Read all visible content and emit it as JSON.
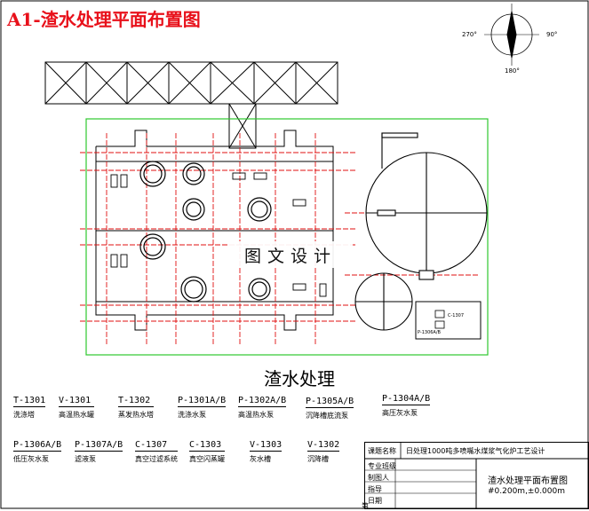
{
  "title": "A1-渣水处理平面布置图",
  "section_title": "渣水处理",
  "watermark": "图文设计",
  "compass": {
    "west": "270°",
    "east": "90°",
    "south": "180°"
  },
  "equipment": [
    {
      "tag": "T-1301",
      "desc": "洗涤塔"
    },
    {
      "tag": "V-1301",
      "desc": "高温热水罐"
    },
    {
      "tag": "T-1302",
      "desc": "蒸发热水塔"
    },
    {
      "tag": "P-1301A/B",
      "desc": "洗涤水泵"
    },
    {
      "tag": "P-1302A/B",
      "desc": "高温热水泵"
    },
    {
      "tag": "P-1305A/B",
      "desc": "沉降槽底流泵"
    },
    {
      "tag": "P-1304A/B",
      "desc": "高压灰水泵"
    },
    {
      "tag": "P-1306A/B",
      "desc": "低压灰水泵"
    },
    {
      "tag": "P-1307A/B",
      "desc": "滤液泵"
    },
    {
      "tag": "C-1307",
      "desc": "真空过滤系统"
    },
    {
      "tag": "C-1303",
      "desc": "真空闪蒸罐"
    },
    {
      "tag": "V-1303",
      "desc": "灰水槽"
    },
    {
      "tag": "V-1302",
      "desc": "沉降槽"
    }
  ],
  "plan_labels": {
    "pump_tag": "P-1306A/B",
    "small_tag": "C-1307"
  },
  "title_block": {
    "project_label": "课题名称",
    "project_name": "日处理1000吨多喷嘴水煤浆气化炉工艺设计",
    "rows": [
      "专业班级",
      "制图人",
      "指导",
      "日期"
    ],
    "drawing_name": "渣水处理平面布置图",
    "elevation": "#0.200m,±0.000m",
    "page": "第"
  }
}
